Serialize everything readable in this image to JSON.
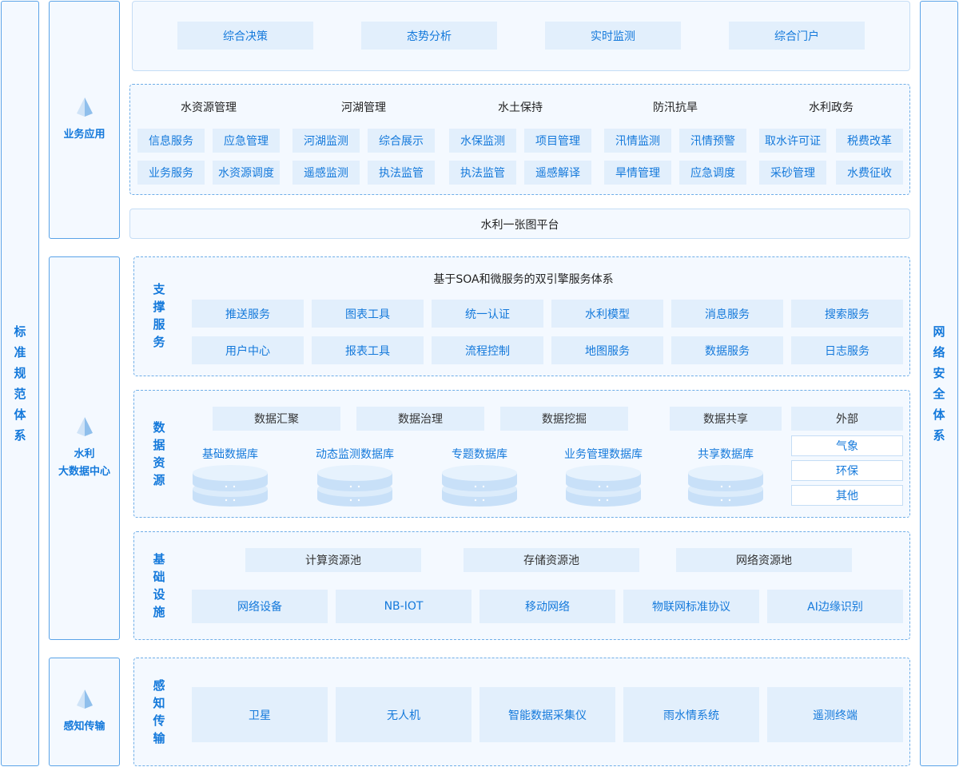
{
  "left_panel": {
    "chars": [
      "标",
      "准",
      "规",
      "范",
      "体",
      "系"
    ]
  },
  "right_panel": {
    "chars": [
      "网",
      "络",
      "安",
      "全",
      "体",
      "系"
    ]
  },
  "layers": {
    "business": {
      "label": [
        "业务应用"
      ]
    },
    "bigdata": {
      "label": [
        "水利",
        "大数据中心"
      ]
    },
    "sensing": {
      "label": [
        "感知传输"
      ]
    }
  },
  "top_row": [
    "综合决策",
    "态势分析",
    "实时监测",
    "综合门户"
  ],
  "business_groups": [
    {
      "title": "水资源管理",
      "items": [
        "信息服务",
        "应急管理",
        "业务服务",
        "水资源调度"
      ]
    },
    {
      "title": "河湖管理",
      "items": [
        "河湖监测",
        "综合展示",
        "遥感监测",
        "执法监管"
      ]
    },
    {
      "title": "水土保持",
      "items": [
        "水保监测",
        "项目管理",
        "执法监管",
        "遥感解译"
      ]
    },
    {
      "title": "防汛抗旱",
      "items": [
        "汛情监测",
        "汛情预警",
        "旱情管理",
        "应急调度"
      ]
    },
    {
      "title": "水利政务",
      "items": [
        "取水许可证",
        "税费改革",
        "采砂管理",
        "水费征收"
      ]
    }
  ],
  "platform": "水利一张图平台",
  "support": {
    "title_chars": [
      "支",
      "撑",
      "服",
      "务"
    ],
    "header": "基于SOA和微服务的双引擎服务体系",
    "row1": [
      "推送服务",
      "图表工具",
      "统一认证",
      "水利模型",
      "消息服务",
      "搜索服务"
    ],
    "row2": [
      "用户中心",
      "报表工具",
      "流程控制",
      "地图服务",
      "数据服务",
      "日志服务"
    ]
  },
  "data_resources": {
    "title_chars": [
      "数",
      "据",
      "资",
      "源"
    ],
    "process": [
      "数据汇聚",
      "数据治理",
      "数据挖掘",
      "数据共享",
      "外部"
    ],
    "databases": [
      "基础数据库",
      "动态监测数据库",
      "专题数据库",
      "业务管理数据库",
      "共享数据库"
    ],
    "external": [
      "气象",
      "环保",
      "其他"
    ]
  },
  "infrastructure": {
    "title_chars": [
      "基",
      "础",
      "设",
      "施"
    ],
    "pools": [
      "计算资源池",
      "存储资源池",
      "网络资源地"
    ],
    "items": [
      "网络设备",
      "NB-IOT",
      "移动网络",
      "物联网标准协议",
      "AI边缘识别"
    ]
  },
  "sensing": {
    "title_chars": [
      "感",
      "知",
      "传",
      "输"
    ],
    "items": [
      "卫星",
      "无人机",
      "智能数据采集仪",
      "雨水情系统",
      "遥测终端"
    ]
  },
  "colors": {
    "accent": "#1479db",
    "chip_bg": "#e2effc",
    "panel_bg": "#f4f9ff",
    "border": "#5aa3e8"
  }
}
